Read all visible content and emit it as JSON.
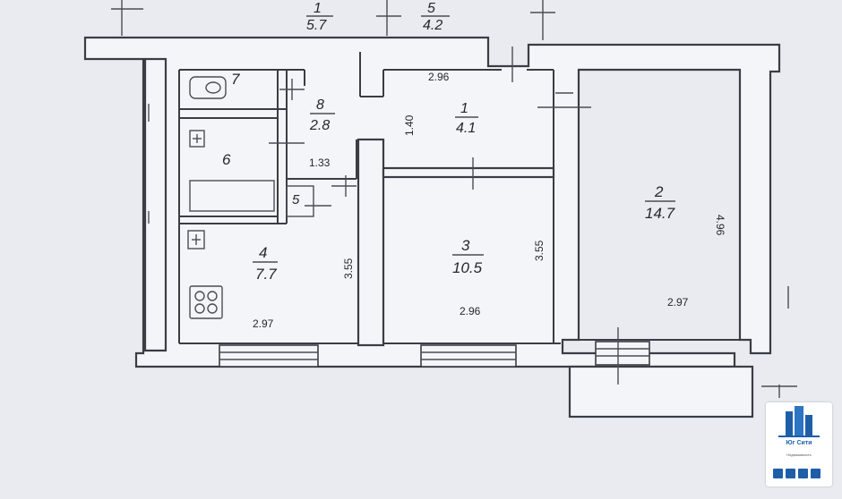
{
  "neighbor_labels": {
    "left_number": "1",
    "left_area": "5.7",
    "right_number": "5",
    "right_area": "4.2"
  },
  "rooms": [
    {
      "id": "room-1",
      "number": "1",
      "area": "4.1"
    },
    {
      "id": "room-2",
      "number": "2",
      "area": "14.7"
    },
    {
      "id": "room-3",
      "number": "3",
      "area": "10.5"
    },
    {
      "id": "room-4",
      "number": "4",
      "area": "7.7"
    },
    {
      "id": "room-5",
      "number": "5",
      "area": ""
    },
    {
      "id": "room-6",
      "number": "6",
      "area": ""
    },
    {
      "id": "room-7",
      "number": "7",
      "area": ""
    },
    {
      "id": "room-8",
      "number": "8",
      "area": "2.8"
    }
  ],
  "dimensions": {
    "hall_top": "2.96",
    "hall_height": "1.40",
    "corridor_width": "1.33",
    "kitchen_height": "3.55",
    "kitchen_width": "2.97",
    "room3_height": "3.55",
    "room3_width": "2.96",
    "room2_height": "4.96",
    "room2_width": "2.97"
  },
  "watermark": {
    "name": "Юг Сити",
    "subtitle": "Недвижимость",
    "icons": [
      "building-icon",
      "key-icon",
      "house-icon",
      "document-icon",
      "handshake-icon"
    ]
  },
  "colors": {
    "paper": "#e9ebf0",
    "ink": "#3a3d45",
    "brand": "#1e5ea8"
  }
}
